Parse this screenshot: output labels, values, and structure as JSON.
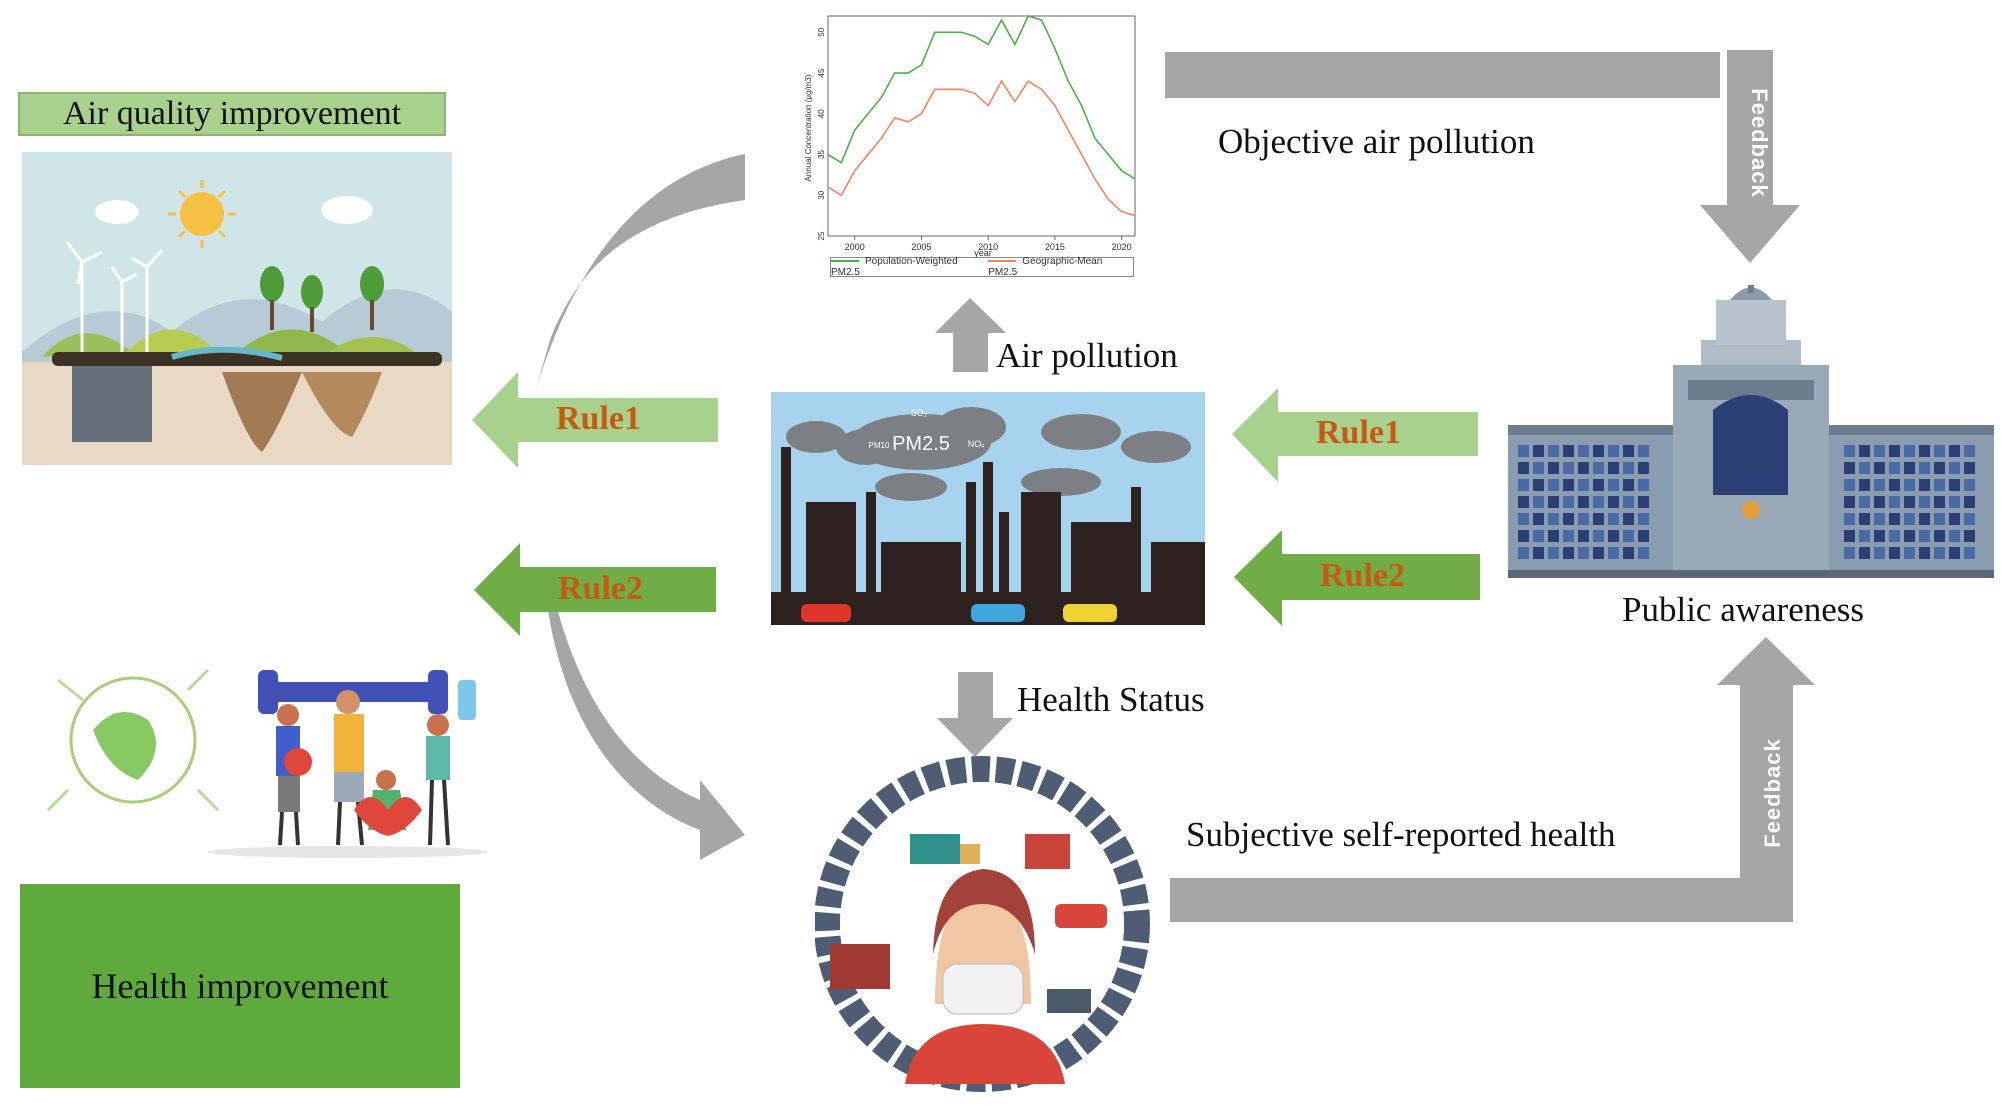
{
  "left_panel": {
    "air_quality_label": "Air quality improvement",
    "health_label": "Health improvement"
  },
  "rules": {
    "left_rule1": "Rule1",
    "left_rule2": "Rule2",
    "right_rule1": "Rule1",
    "right_rule2": "Rule2"
  },
  "center": {
    "air_pollution_label": "Air pollution",
    "health_status_label": "Health Status",
    "factory_cloud_main": "PM2.5",
    "factory_cloud_so2": "SO₂",
    "factory_cloud_no": "NOₓ",
    "factory_cloud_left": "PM10"
  },
  "top": {
    "objective_label": "Objective air pollution",
    "feedback_top": "Feedback"
  },
  "bottom": {
    "subjective_label": "Subjective self-reported health",
    "feedback_bottom": "Feedback"
  },
  "right_panel": {
    "public_awareness_label": "Public awareness"
  },
  "colors": {
    "rule1_arrow": "#a9d18e",
    "rule2_arrow": "#70ad47",
    "rule_text": "#c55a11",
    "gray_arrow": "#a6a6a6",
    "health_box": "#5faa3c"
  },
  "chart_data": {
    "type": "line",
    "xlabel": "year",
    "ylabel": "Annual Concentration (μg/m3)",
    "xlim": [
      1998,
      2021
    ],
    "ylim": [
      25,
      52
    ],
    "xticks": [
      "2000",
      "2005",
      "2010",
      "2015",
      "2020"
    ],
    "yticks": [
      "25",
      "30",
      "35",
      "40",
      "45",
      "50"
    ],
    "x": [
      1998,
      1999,
      2000,
      2001,
      2002,
      2003,
      2004,
      2005,
      2006,
      2007,
      2008,
      2009,
      2010,
      2011,
      2012,
      2013,
      2014,
      2015,
      2016,
      2017,
      2018,
      2019,
      2020,
      2021
    ],
    "series": [
      {
        "name": "Population-Weighted PM2.5",
        "color": "#4daf4a",
        "values": [
          35,
          34,
          38,
          40,
          42,
          45,
          45,
          46,
          50,
          50,
          50,
          49.5,
          48.5,
          51.5,
          48.5,
          52,
          51.5,
          48,
          44,
          41,
          37,
          35,
          33,
          32
        ]
      },
      {
        "name": "Geographic-Mean PM2.5",
        "color": "#f4845f",
        "values": [
          31,
          30,
          33,
          35,
          37,
          39.5,
          39,
          40,
          43,
          43,
          43,
          42.5,
          41,
          44,
          41.5,
          44,
          43,
          41,
          38,
          35,
          32,
          29.5,
          28,
          27.5
        ]
      }
    ]
  }
}
